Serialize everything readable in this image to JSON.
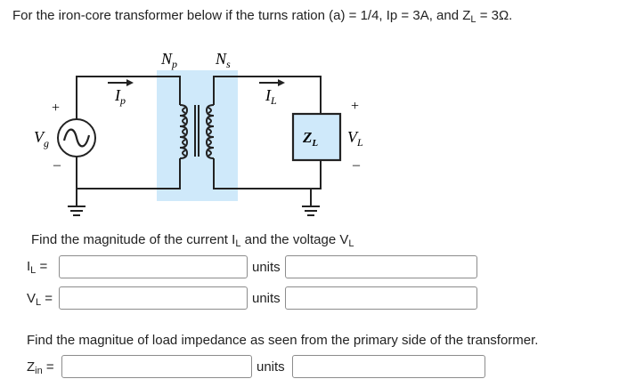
{
  "question": {
    "prefix": "For the iron-core transformer below if the turns ration (a) = 1/4, Ip = 3A, and Z",
    "sub": "L",
    "suffix": " = 3Ω."
  },
  "circuit": {
    "np": {
      "main": "N",
      "sub": "p"
    },
    "ns": {
      "main": "N",
      "sub": "s"
    },
    "ip": {
      "main": "I",
      "sub": "p"
    },
    "il": {
      "main": "I",
      "sub": "L"
    },
    "vg": {
      "main": "V",
      "sub": "g"
    },
    "zl": {
      "main": "Z",
      "sub": "L"
    },
    "vl": {
      "main": "V",
      "sub": "L"
    },
    "plus": "+",
    "minus": "–"
  },
  "section1": {
    "prompt_a": "Find the magnitude of the current I",
    "prompt_sub1": "L",
    "prompt_b": " and the voltage V",
    "prompt_sub2": "L"
  },
  "row_il": {
    "label": "I",
    "sub": "L",
    "eq": " =",
    "value": "",
    "units_label": "units",
    "units_value": ""
  },
  "row_vl": {
    "label": "V",
    "sub": "L",
    "eq": " =",
    "value": "",
    "units_label": "units",
    "units_value": ""
  },
  "section2": {
    "prompt": "Find the magnitue of load impedance as seen from the primary side of the transformer."
  },
  "row_zin": {
    "label": "Z",
    "sub": "in",
    "eq": " =",
    "value": "",
    "units_label": "units",
    "units_value": ""
  },
  "colors": {
    "core": "#cfe9fa",
    "wire": "#222222"
  }
}
